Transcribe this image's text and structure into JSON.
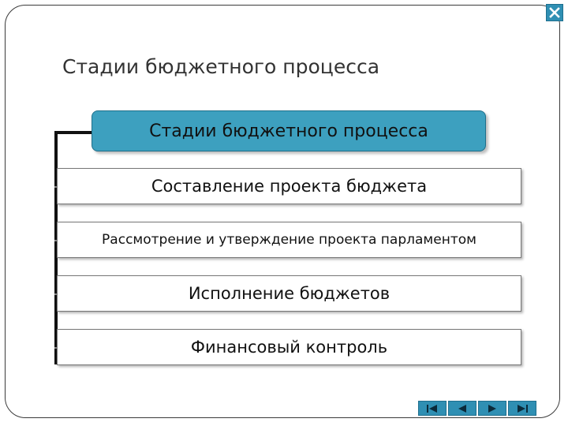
{
  "slide": {
    "title": "Стадии бюджетного процесса"
  },
  "diagram": {
    "header": "Стадии бюджетного процесса",
    "stages": [
      "Составление проекта бюджета",
      "Рассмотрение и утверждение проекта парламентом",
      "Исполнение бюджетов",
      "Финансовый контроль"
    ]
  },
  "controls": {
    "close_icon": "close-icon",
    "nav_icons": [
      "first-slide-icon",
      "previous-slide-icon",
      "next-slide-icon",
      "last-slide-icon"
    ]
  },
  "colors": {
    "accent": "#3da0bf",
    "nav_button": "#2f8fb3",
    "frame": "#3a3a3a",
    "text": "#111111"
  }
}
